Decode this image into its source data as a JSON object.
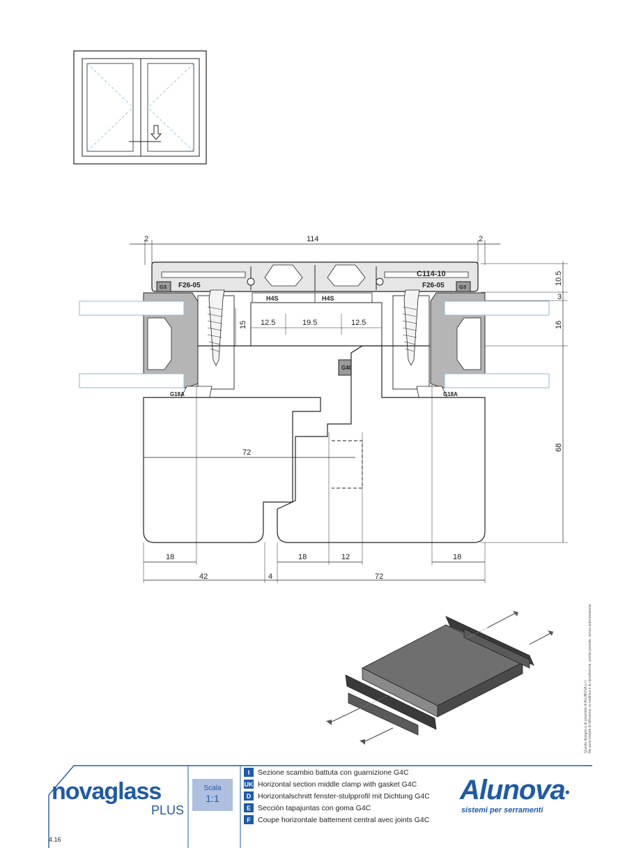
{
  "dimensions": {
    "top_left_gap": "2",
    "top_width": "114",
    "top_right_gap": "2",
    "right_h1": "10.5",
    "right_h2": "3",
    "right_h3": "16",
    "right_h4": "68",
    "clamp_h": "15",
    "clamp_w1": "12.5",
    "clamp_w2": "19.5",
    "clamp_w3": "12.5",
    "mid_width": "72",
    "bottom_left_18": "18",
    "bottom_mid_18": "18",
    "bottom_mid_12": "12",
    "bottom_right_18": "18",
    "bottom_42": "42",
    "bottom_4": "4",
    "bottom_72": "72"
  },
  "labels": {
    "profile": "C114-10",
    "screw_left": "F26-05",
    "screw_right": "F26-05",
    "g3_left": "G3",
    "g3_right": "G3",
    "h4s_left": "H4S",
    "h4s_right": "H4S",
    "g4c": "G4C",
    "g18a_left": "G18A",
    "g18a_right": "G18A"
  },
  "footer": {
    "brand_main": "novaglass",
    "brand_plus": "PLUS",
    "scale_label": "Scala",
    "scale_value": "1:1",
    "descriptions": [
      {
        "code": "I",
        "text": "Sezione scambio battuta con guarnizione G4C"
      },
      {
        "code": "UK",
        "text": "Horizontal section middle clamp with gasket G4C"
      },
      {
        "code": "D",
        "text": "Horizontalschnitt fenster-stulpprofil mit Dichtung G4C"
      },
      {
        "code": "E",
        "text": "Sección tapajuntas con goma G4C"
      },
      {
        "code": "F",
        "text": "Coupe horizontale battement central avec joints G4C"
      }
    ],
    "company": "Alunova",
    "company_tagline": "sistemi per serramenti",
    "page_number": "4.16"
  },
  "copyright": {
    "line1": "Questo disegno è di proprietà di ALUNOVA s.r.l.",
    "line2": "Ne sono Vietate la diffusione, la modifica e la riproduzione, anche parziale, senza autorizzazione."
  },
  "colors": {
    "brand_blue": "#1e5aa8",
    "scale_box": "#aebfe0",
    "gasket_gray": "#9a9a9a",
    "glass_blue": "#8ab8de"
  }
}
